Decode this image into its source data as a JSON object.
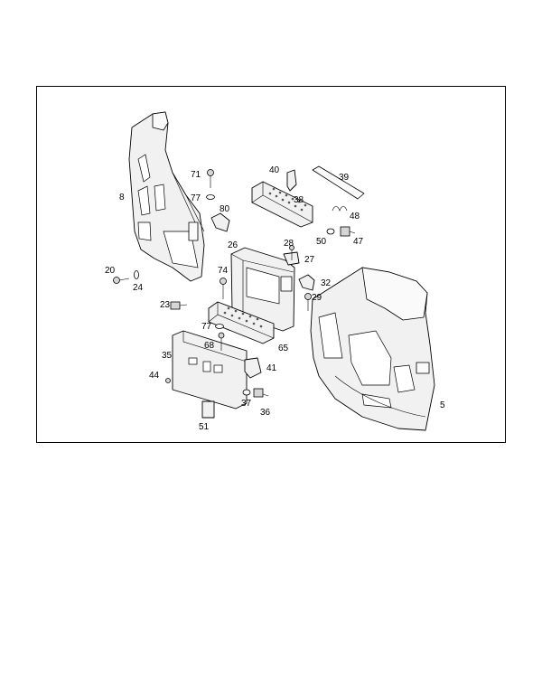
{
  "diagram": {
    "callouts": [
      "5",
      "8",
      "20",
      "23",
      "24",
      "26",
      "27",
      "28",
      "29",
      "32",
      "35",
      "36",
      "37",
      "38",
      "39",
      "40",
      "41",
      "44",
      "47",
      "48",
      "50",
      "51",
      "65",
      "68",
      "71",
      "74",
      "77",
      "77",
      "80"
    ]
  }
}
